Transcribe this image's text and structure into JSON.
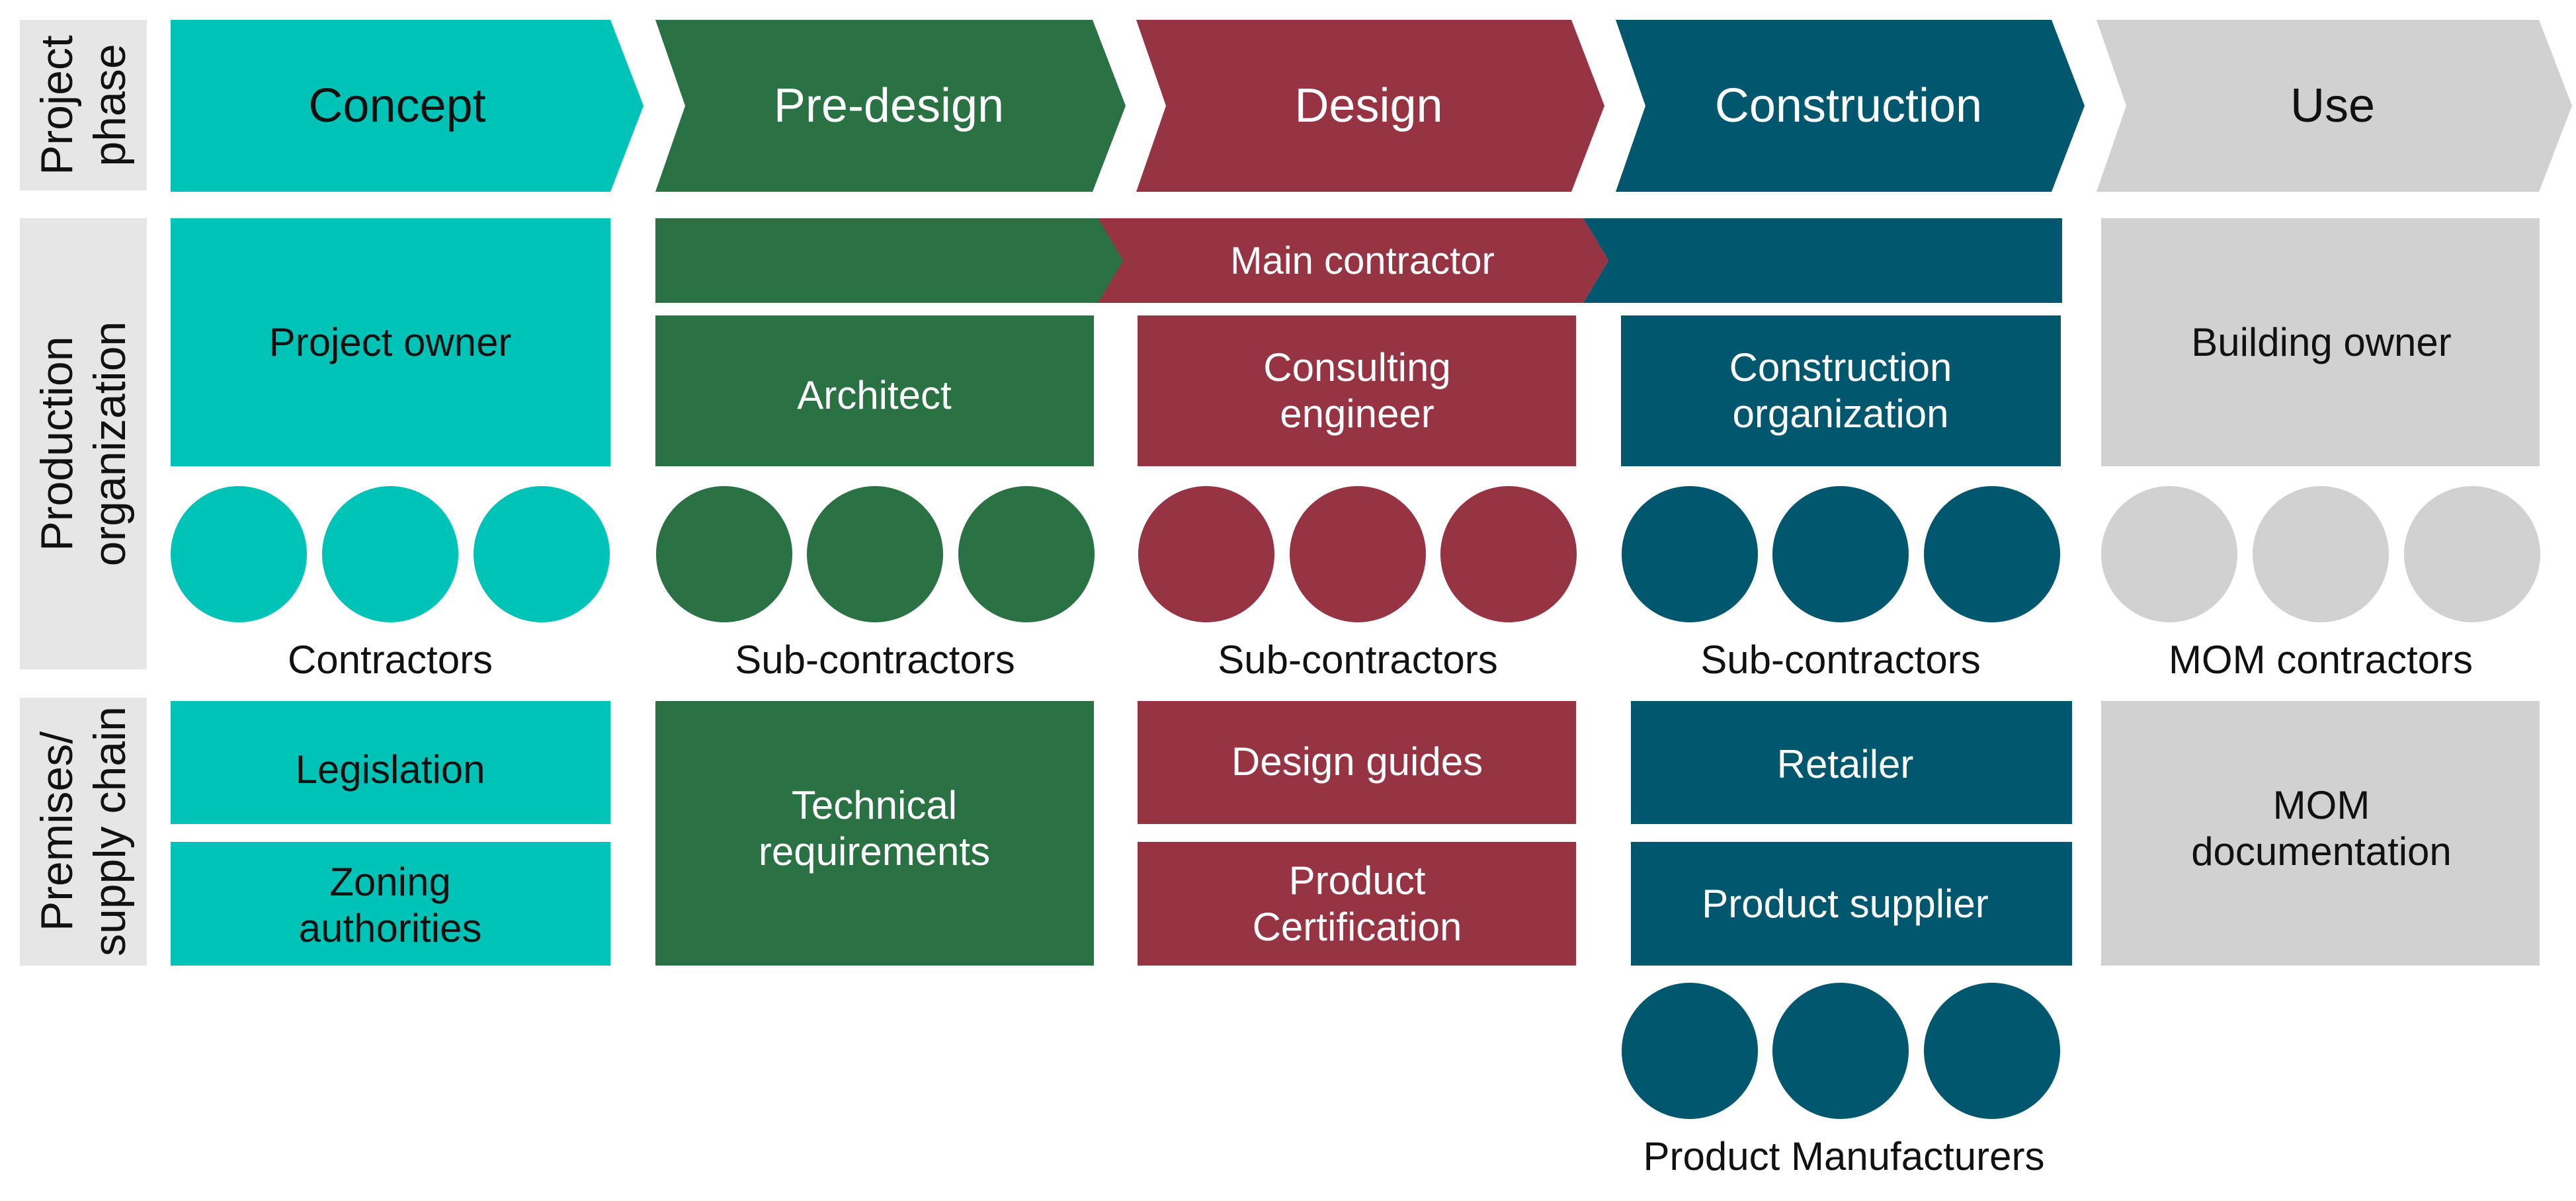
{
  "colors": {
    "concept": "#00C3B7",
    "predesign": "#2A7143",
    "design": "#963443",
    "construction": "#00576E",
    "use": "#D1D1D1",
    "row_label_bg": "#E6E6E6",
    "text_dark": "#111111",
    "text_light": "#FFFFFF"
  },
  "row_labels": {
    "phase": [
      "Project",
      "phase"
    ],
    "production": [
      "Production",
      "organization"
    ],
    "premises": [
      "Premises/",
      "supply chain"
    ]
  },
  "phases": [
    {
      "id": "concept",
      "label": "Concept"
    },
    {
      "id": "predesign",
      "label": "Pre-design"
    },
    {
      "id": "design",
      "label": "Design"
    },
    {
      "id": "construction",
      "label": "Construction"
    },
    {
      "id": "use",
      "label": "Use"
    }
  ],
  "main_contractor": "Main contractor",
  "production": {
    "concept": [
      "Project owner"
    ],
    "predesign": [
      "Architect"
    ],
    "design": [
      "Consulting",
      "engineer"
    ],
    "construction": [
      "Construction",
      "organization"
    ],
    "use": [
      "Building owner"
    ]
  },
  "contractors": {
    "concept": "Contractors",
    "predesign": "Sub-contractors",
    "design": "Sub-contractors",
    "construction": "Sub-contractors",
    "use": "MOM contractors"
  },
  "premises": {
    "concept": [
      [
        "Legislation"
      ],
      [
        "Zoning",
        "authorities"
      ]
    ],
    "predesign": [
      [
        "Technical",
        "requirements"
      ]
    ],
    "design": [
      [
        "Design guides"
      ],
      [
        "Product",
        "Certification"
      ]
    ],
    "construction": [
      [
        "Retailer"
      ],
      [
        "Product supplier"
      ]
    ],
    "use": [
      [
        "MOM",
        "documentation"
      ]
    ]
  },
  "manufacturers": "Product Manufacturers"
}
